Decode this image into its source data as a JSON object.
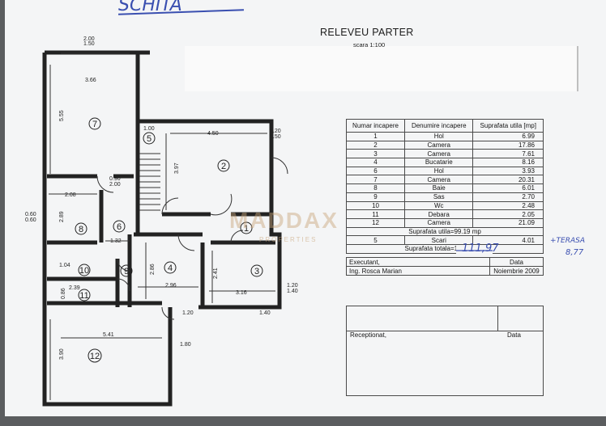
{
  "header": {
    "scribble": "SCHITA",
    "title": "RELEVEU PARTER",
    "scale": "scara 1:100"
  },
  "table": {
    "headers": [
      "Numar incapere",
      "Denumire incapere",
      "Suprafata utila [mp]"
    ],
    "rows": [
      [
        "1",
        "Hol",
        "6.99"
      ],
      [
        "2",
        "Camera",
        "17.86"
      ],
      [
        "3",
        "Camera",
        "7.61"
      ],
      [
        "4",
        "Bucatarie",
        "8.16"
      ],
      [
        "6",
        "Hol",
        "3.93"
      ],
      [
        "7",
        "Camera",
        "20.31"
      ],
      [
        "8",
        "Baie",
        "6.01"
      ],
      [
        "9",
        "Sas",
        "2.70"
      ],
      [
        "10",
        "Wc",
        "2.48"
      ],
      [
        "11",
        "Debara",
        "2.05"
      ],
      [
        "12",
        "Camera",
        "21.09"
      ]
    ],
    "suprafata_utila": "Suprafata utila=99.19 mp",
    "scari_row": [
      "5",
      "Scari",
      "4.01"
    ],
    "suprafata_totala": "Suprafata totala=103.20 mp",
    "executant_label": "Executant,",
    "executant_date_label": "Data",
    "executant_name": "Ing. Rosca Marian",
    "executant_date": "Noiembrie 2009",
    "receptionat_label": "Receptionat,",
    "receptionat_date_label": "Data"
  },
  "handwriting": {
    "total_correction": "111,97",
    "terasa": "+TERASA",
    "terasa_value": "8,77"
  },
  "watermark": {
    "brand": "MADDAX",
    "sub": "PROPERTIES"
  },
  "plan": {
    "room_numbers": [
      "1",
      "2",
      "3",
      "4",
      "5",
      "6",
      "7",
      "8",
      "9",
      "10",
      "11",
      "12"
    ],
    "dimensions": [
      "2.00",
      "1.50",
      "3.66",
      "5.55",
      "1.00",
      "4.50",
      "1.20",
      "1.50",
      "3.97",
      "0.90",
      "2.00",
      "2.08",
      "2.89",
      "0.60",
      "0.60",
      "1.32",
      "2.86",
      "2.96",
      "2.41",
      "3.16",
      "1.04",
      "2.39",
      "0.86",
      "5.41",
      "3.90",
      "1.80",
      "1.20",
      "1.40",
      "1.20",
      "1.40"
    ]
  }
}
